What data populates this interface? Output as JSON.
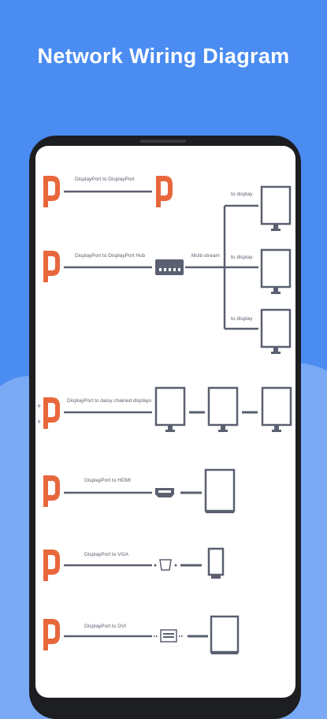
{
  "header": {
    "title": "Network Wiring Diagram"
  },
  "colors": {
    "background_top": "#4a8cf1",
    "background_bottom": "#7aa9f5",
    "dp_logo": "#e8673c",
    "line": "#5a6070"
  },
  "diagram": {
    "rows": [
      {
        "label": "DisplayPort to DisplayPort"
      },
      {
        "label": "DisplayPort to DisplayPort Hub",
        "hub_label": "Multi-stream",
        "outputs": [
          "to display",
          "to display",
          "to display"
        ]
      },
      {
        "label": "DisplayPort to daisy chained displays"
      },
      {
        "label": "DisplayPort to HDMI"
      },
      {
        "label": "DisplayPort to VGA"
      },
      {
        "label": "DisplayPort to DVI"
      }
    ]
  }
}
